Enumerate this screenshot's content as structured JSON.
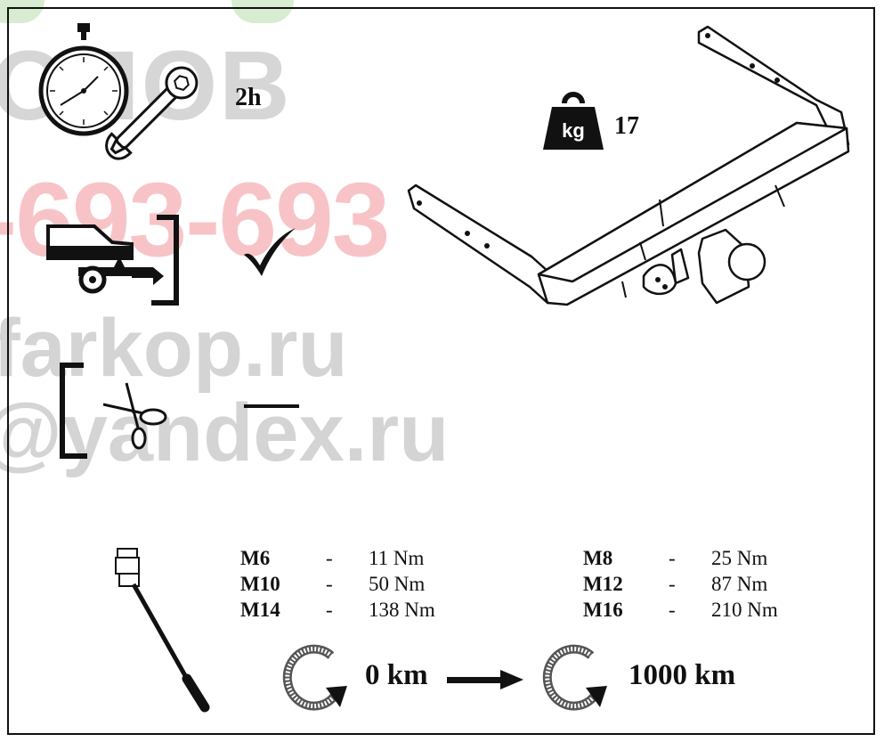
{
  "watermark": {
    "top_text": "ОПОВ",
    "phone": "-693-693",
    "site": "farkop.ru",
    "yandex": "@yandex.ru"
  },
  "install_time": "2h",
  "weight": {
    "unit_label": "kg",
    "value": "17"
  },
  "electrical_cut": {
    "dash": "—"
  },
  "torque": [
    {
      "bolt": "M6",
      "sep": "-",
      "value": "11 Nm"
    },
    {
      "bolt": "M8",
      "sep": "-",
      "value": "25 Nm"
    },
    {
      "bolt": "M10",
      "sep": "-",
      "value": "50 Nm"
    },
    {
      "bolt": "M12",
      "sep": "-",
      "value": "87 Nm"
    },
    {
      "bolt": "M14",
      "sep": "-",
      "value": "138 Nm"
    },
    {
      "bolt": "M16",
      "sep": "-",
      "value": "210 Nm"
    }
  ],
  "recheck": {
    "start": "0 km",
    "end": "1000 km"
  },
  "icons": [
    "stopwatch-icon",
    "wrench-icon",
    "weight-icon",
    "car-trailer-icon",
    "checkmark-icon",
    "scissors-icon",
    "torque-wrench-icon",
    "rotation-arrow-icon",
    "right-arrow-icon",
    "towbar-drawing"
  ]
}
